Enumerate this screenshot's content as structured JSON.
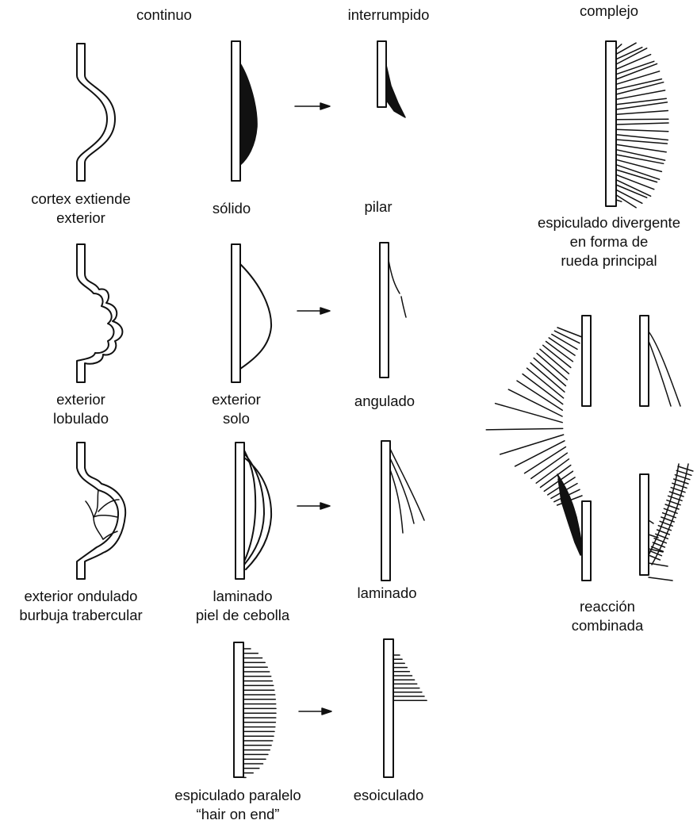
{
  "headers": {
    "continuo": "continuo",
    "interrumpido": "interrumpido",
    "complejo": "complejo"
  },
  "labels": {
    "cortex": [
      "cortex extiende",
      "exterior"
    ],
    "solido": [
      "sólido"
    ],
    "pilar": [
      "pilar"
    ],
    "divergente": [
      "espiculado divergente",
      "en forma de",
      "rueda principal"
    ],
    "lobulado": [
      "exterior",
      "lobulado"
    ],
    "exterior_solo": [
      "exterior",
      "solo"
    ],
    "angulado": [
      "angulado"
    ],
    "ondulado": [
      "exterior ondulado",
      "burbuja trabercular"
    ],
    "laminado_cebolla": [
      "laminado",
      "piel de cebolla"
    ],
    "laminado": [
      "laminado"
    ],
    "combinada": [
      "reacción",
      "combinada"
    ],
    "paralelo": [
      "espiculado paralelo",
      "“hair on end”"
    ],
    "esoiculado": [
      "esoiculado"
    ]
  },
  "colors": {
    "ink": "#111111",
    "background": "#ffffff"
  }
}
